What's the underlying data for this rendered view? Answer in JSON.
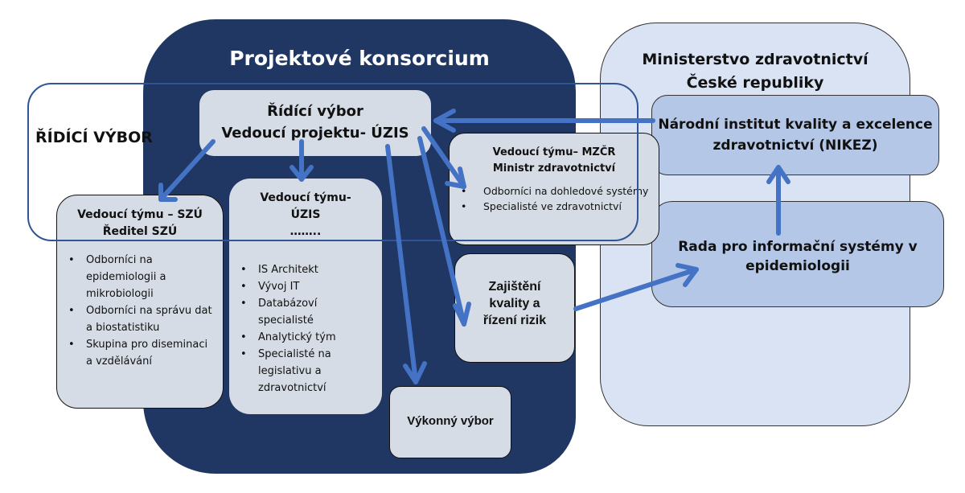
{
  "consortium": {
    "title": "Projektové konsorcium"
  },
  "ministry": {
    "title_line1": "Ministerstvo zdravotnictví",
    "title_line2": "České republiky"
  },
  "steering_committee_label": "ŘÍDÍCÍ VÝBOR",
  "steering_box": {
    "line1": "Řídící výbor",
    "line2": "Vedoucí projektu- ÚZIS"
  },
  "szu_box": {
    "line1": "Vedoucí týmu – SZÚ",
    "line2": "Ředitel SZÚ",
    "items": [
      "Odborníci na epidemiologii a mikrobiologii",
      "Odborníci na správu dat a biostatistiku",
      "Skupina pro diseminaci a vzdělávání"
    ]
  },
  "uzis_box": {
    "line1": "Vedoucí týmu-",
    "line2": "ÚZIS",
    "line3": "……..",
    "items": [
      "IS Architekt",
      "Vývoj IT",
      "Databázoví specialisté",
      "Analytický tým",
      "Specialisté na legislativu a zdravotnictví"
    ]
  },
  "mzcr_box": {
    "line1": "Vedoucí týmu– MZČR",
    "line2": "Ministr zdravotnictví",
    "items": [
      "Odborníci na dohledové systémy",
      "Specialisté ve zdravotnictví"
    ]
  },
  "quality_box": {
    "line1": "Zajištění",
    "line2": "kvality a",
    "line3": "řízení rizik"
  },
  "exec_box": {
    "label": "Výkonný výbor"
  },
  "nikez_box": {
    "line1": "Národní institut kvality a excelence",
    "line2": "zdravotnictví (NIKEZ)"
  },
  "rada_box": {
    "line1": "Rada pro informační systémy v",
    "line2": "epidemiologii"
  },
  "colors": {
    "arrow": "#4472c4",
    "consortium_bg": "#203764",
    "ministry_bg": "#dae3f3",
    "box_bg": "#d6dce5",
    "blue_box_bg": "#b4c7e7"
  }
}
